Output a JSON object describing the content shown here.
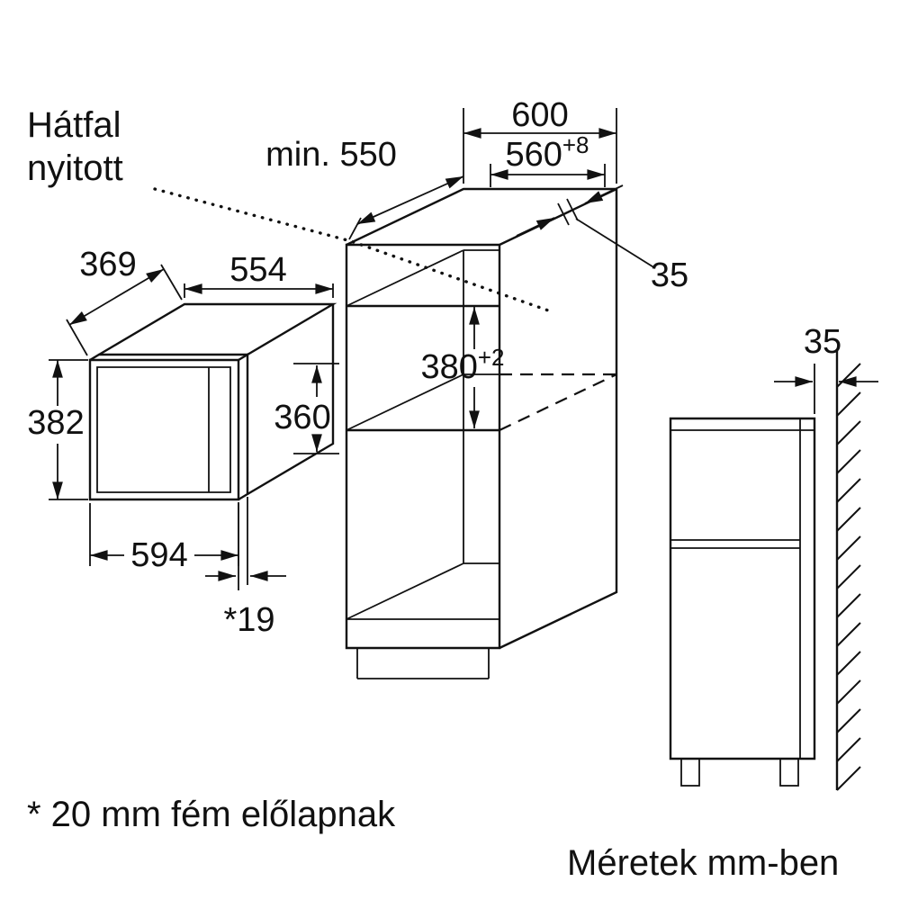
{
  "notes": {
    "back_wall_line1": "Hátfal",
    "back_wall_line2": "nyitott",
    "footnote": "* 20 mm fém előlapnak",
    "units": "Méretek mm-ben"
  },
  "dimensions": {
    "cabinet_outer_width": "600",
    "niche_width_value": "560",
    "niche_width_tolerance": "+8",
    "cabinet_min_depth": "min. 550",
    "top_back_gap": "35",
    "oven_depth": "369",
    "oven_body_width": "554",
    "oven_height": "382",
    "oven_front_height": "360",
    "niche_height_value": "380",
    "niche_height_tolerance": "+2",
    "oven_front_width": "594",
    "front_projection": "*19",
    "wall_clearance": "35"
  },
  "colors": {
    "line": "#111111",
    "background": "#ffffff"
  }
}
